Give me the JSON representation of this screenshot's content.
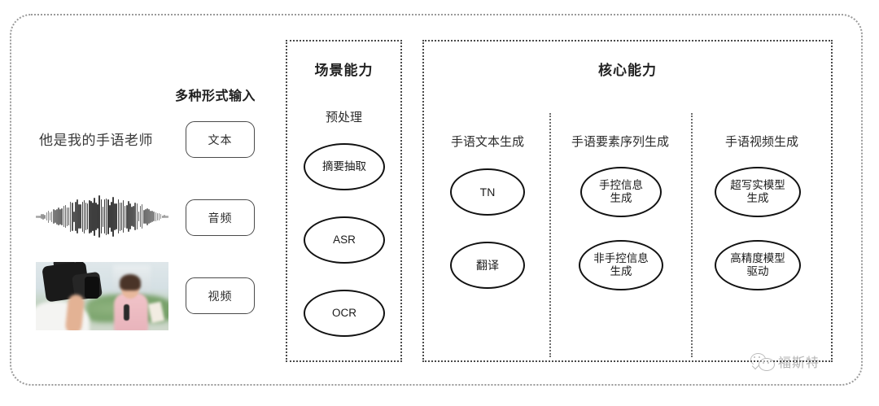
{
  "frame": {
    "style": "rounded-dotted"
  },
  "input_section": {
    "heading": "多种形式输入",
    "sample_text": "他是我的手语老师",
    "buttons": [
      {
        "label": "文本",
        "name": "text"
      },
      {
        "label": "音频",
        "name": "audio"
      },
      {
        "label": "视频",
        "name": "video"
      }
    ],
    "waveform_name": "audio-waveform",
    "thumbnail_name": "video-thumbnail"
  },
  "scene_panel": {
    "title": "场景能力",
    "subhead": "预处理",
    "nodes": [
      {
        "label": "摘要抽取"
      },
      {
        "label": "ASR"
      },
      {
        "label": "OCR"
      }
    ]
  },
  "core_panel": {
    "title": "核心能力",
    "columns": [
      {
        "subhead": "手语文本生成",
        "nodes": [
          {
            "line1": "TN",
            "line2": ""
          },
          {
            "line1": "翻译",
            "line2": ""
          }
        ]
      },
      {
        "subhead": "手语要素序列生成",
        "nodes": [
          {
            "line1": "手控信息",
            "line2": "生成"
          },
          {
            "line1": "非手控信息",
            "line2": "生成"
          }
        ]
      },
      {
        "subhead": "手语视频生成",
        "nodes": [
          {
            "line1": "超写实模型",
            "line2": "生成"
          },
          {
            "line1": "高精度模型",
            "line2": "驱动"
          }
        ]
      }
    ]
  },
  "watermark": {
    "text": "福斯特",
    "icon": "wechat-icon"
  },
  "colors": {
    "outer_border": "#9a9a9a",
    "panel_border": "#4a4a4a",
    "divider": "#6d6d6d",
    "ellipse_border": "#111111",
    "text": "#2b2b2b",
    "background": "#ffffff"
  }
}
